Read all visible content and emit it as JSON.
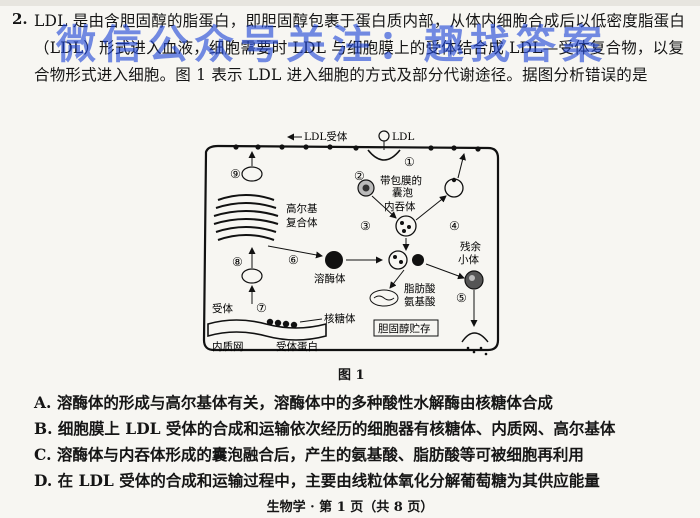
{
  "question": {
    "number": "2.",
    "stem": "LDL 是由含胆固醇的脂蛋白，即胆固醇包裹于蛋白质内部，从体内细胞合成后以低密度脂蛋白（LDL）形式进入血液，细胞需要时 LDL 与细胞膜上的受体结合成 LDL—受体复合物，以复合物形式进入细胞。图 1 表示 LDL 进入细胞的方式及部分代谢途径。据图分析错误的是"
  },
  "watermark": "微信公众号关注：趣找答案",
  "figure": {
    "caption": "图 1",
    "labels": {
      "ldl_receptor": "LDL受体",
      "ldl": "LDL",
      "n1": "①",
      "n2": "②",
      "n3": "③",
      "n4": "④",
      "n5": "⑤",
      "n6": "⑥",
      "n7": "⑦",
      "n8": "⑧",
      "n9": "⑨",
      "vesicle_line1": "带包膜的",
      "vesicle_line2": "囊泡",
      "endosome": "内吞体",
      "golgi_line1": "高尔基",
      "golgi_line2": "复合体",
      "lysosome": "溶酶体",
      "residual_line1": "残余",
      "residual_line2": "小体",
      "fatty_line1": "脂肪酸",
      "fatty_line2": "氨基酸",
      "receptor": "受体",
      "ribosome": "核糖体",
      "er": "内质网",
      "receptor_protein": "受体蛋白",
      "cholesterol_storage": "胆固醇贮存"
    }
  },
  "options": {
    "a": "A. 溶酶体的形成与高尔基体有关，溶酶体中的多种酸性水解酶由核糖体合成",
    "b": "B. 细胞膜上 LDL 受体的合成和运输依次经历的细胞器有核糖体、内质网、高尔基体",
    "c": "C. 溶酶体与内吞体形成的囊泡融合后，产生的氨基酸、脂肪酸等可被细胞再利用",
    "d": "D. 在 LDL 受体的合成和运输过程中，主要由线粒体氧化分解葡萄糖为其供应能量"
  },
  "footer": "生物学 · 第 1 页（共 8 页）"
}
